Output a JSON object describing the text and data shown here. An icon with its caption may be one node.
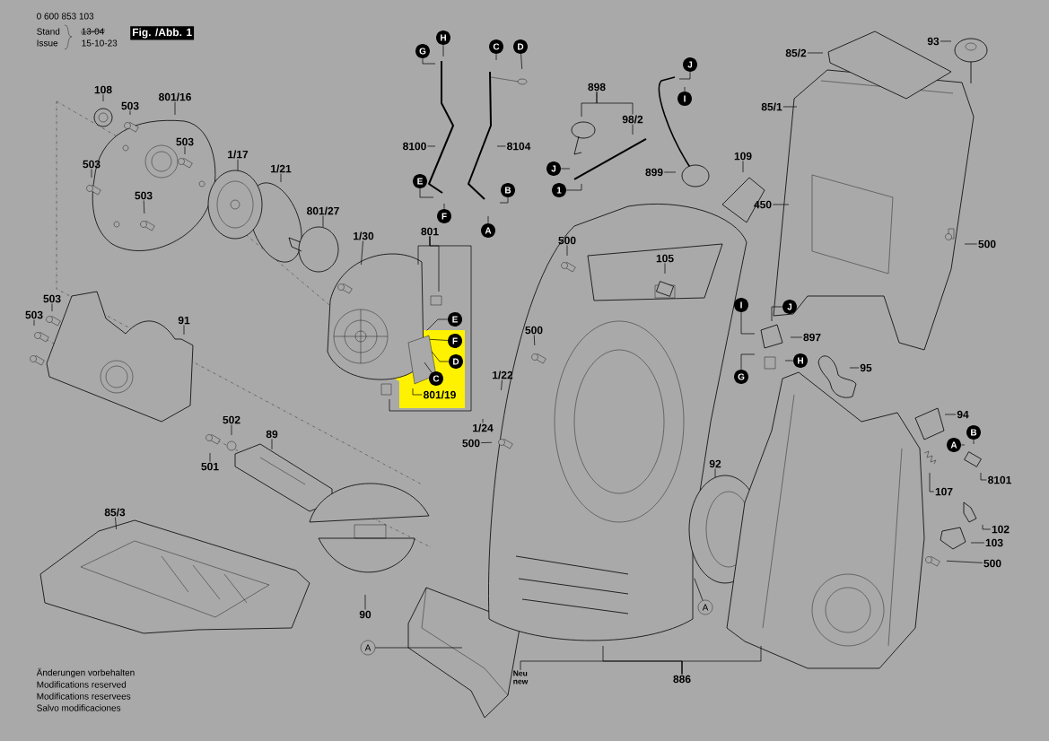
{
  "diagram": {
    "nodes": [
      {
        "text": [
          "108"
        ]
      },
      {
        "text": [
          "503"
        ]
      },
      {
        "text": [
          "801/16"
        ]
      },
      {
        "text": [
          "503"
        ]
      },
      {
        "text": [
          "503"
        ]
      },
      {
        "text": [
          "503"
        ]
      },
      {
        "text": [
          "1/17"
        ]
      },
      {
        "text": [
          "1/21"
        ]
      },
      {
        "text": [
          "801/27"
        ]
      },
      {
        "text": [
          "1/30"
        ]
      },
      {
        "text": [
          "801"
        ]
      },
      {
        "text": [
          "G"
        ]
      },
      {
        "text": [
          "H"
        ]
      },
      {
        "text": [
          "8100"
        ]
      },
      {
        "text": [
          "E"
        ]
      },
      {
        "text": [
          "F"
        ]
      },
      {
        "text": [
          "C"
        ]
      },
      {
        "text": [
          "D"
        ]
      },
      {
        "text": [
          "8104"
        ]
      },
      {
        "text": [
          "B"
        ]
      },
      {
        "text": [
          "A"
        ]
      },
      {
        "text": [
          "898"
        ]
      },
      {
        "text": [
          "98/2"
        ]
      },
      {
        "text": [
          "J"
        ]
      },
      {
        "text": [
          "1"
        ]
      },
      {
        "text": [
          "J"
        ]
      },
      {
        "text": [
          "I"
        ]
      },
      {
        "text": [
          "899"
        ]
      },
      {
        "text": [
          "109"
        ]
      },
      {
        "text": [
          "85/2"
        ]
      },
      {
        "text": [
          "93"
        ]
      },
      {
        "text": [
          "85/1"
        ]
      },
      {
        "text": [
          "450"
        ]
      },
      {
        "text": [
          "500"
        ]
      },
      {
        "text": [
          "500"
        ]
      },
      {
        "text": [
          "105"
        ]
      },
      {
        "text": [
          "503"
        ]
      },
      {
        "text": [
          "503"
        ]
      },
      {
        "text": [
          "91"
        ]
      },
      {
        "text": [
          "E"
        ]
      },
      {
        "text": [
          "F"
        ]
      },
      {
        "text": [
          "D"
        ]
      },
      {
        "text": [
          "C"
        ]
      },
      {
        "text": [
          "801/19"
        ]
      },
      {
        "text": [
          "500"
        ]
      },
      {
        "text": [
          "1/22"
        ]
      },
      {
        "text": [
          "I"
        ]
      },
      {
        "text": [
          "J"
        ]
      },
      {
        "text": [
          "897"
        ]
      },
      {
        "text": [
          "H"
        ]
      },
      {
        "text": [
          "G"
        ]
      },
      {
        "text": [
          "95"
        ]
      },
      {
        "text": [
          "1/24"
        ]
      },
      {
        "text": [
          "500"
        ]
      },
      {
        "text": [
          "94"
        ]
      },
      {
        "text": [
          "A"
        ]
      },
      {
        "text": [
          "B"
        ]
      },
      {
        "text": [
          "8101"
        ]
      },
      {
        "text": [
          "107"
        ]
      },
      {
        "text": [
          "502"
        ]
      },
      {
        "text": [
          "501"
        ]
      },
      {
        "text": [
          "89"
        ]
      },
      {
        "text": [
          "92"
        ]
      },
      {
        "text": [
          "102"
        ]
      },
      {
        "text": [
          "103"
        ]
      },
      {
        "text": [
          "500"
        ]
      },
      {
        "text": [
          "85/3"
        ]
      },
      {
        "text": [
          "90"
        ]
      },
      {
        "text": [
          "A"
        ]
      },
      {
        "text": [
          "A"
        ]
      },
      {
        "text": [
          "886"
        ]
      },
      {
        "text": [
          "Neu",
          "new"
        ]
      }
    ],
    "edges": [
      {
        "from": 0,
        "to": null,
        "arrow": "none"
      },
      {
        "from": 1,
        "to": null,
        "arrow": "none"
      },
      {
        "from": 2,
        "to": null,
        "arrow": "none"
      },
      {
        "from": 3,
        "to": null,
        "arrow": "none"
      },
      {
        "from": 4,
        "to": null,
        "arrow": "none"
      },
      {
        "from": 5,
        "to": null,
        "arrow": "none"
      },
      {
        "from": 6,
        "to": null,
        "arrow": "none"
      },
      {
        "from": 7,
        "to": null,
        "arrow": "none"
      },
      {
        "from": 8,
        "to": null,
        "arrow": "none"
      },
      {
        "from": 9,
        "to": null,
        "arrow": "none"
      },
      {
        "from": 10,
        "to": null,
        "arrow": "none"
      },
      {
        "from": 10,
        "to": null,
        "arrow": "none"
      },
      {
        "from": 10,
        "to": null,
        "arrow": "none"
      },
      {
        "from": 11,
        "to": null,
        "arrow": "none"
      },
      {
        "from": 12,
        "to": null,
        "arrow": "none"
      },
      {
        "from": 13,
        "to": null,
        "arrow": "none"
      },
      {
        "from": 14,
        "to": null,
        "arrow": "none"
      },
      {
        "from": 15,
        "to": null,
        "arrow": "none"
      },
      {
        "from": 16,
        "to": null,
        "arrow": "none"
      },
      {
        "from": 17,
        "to": null,
        "arrow": "none"
      },
      {
        "from": 18,
        "to": null,
        "arrow": "none"
      },
      {
        "from": 19,
        "to": null,
        "arrow": "none"
      },
      {
        "from": 20,
        "to": null,
        "arrow": "none"
      },
      {
        "from": 21,
        "to": null,
        "arrow": "none"
      },
      {
        "from": 21,
        "to": 22,
        "arrow": "none"
      },
      {
        "from": 22,
        "to": null,
        "arrow": "none"
      },
      {
        "from": 23,
        "to": null,
        "arrow": "none"
      },
      {
        "from": 24,
        "to": null,
        "arrow": "none"
      },
      {
        "from": 25,
        "to": null,
        "arrow": "none"
      },
      {
        "from": 26,
        "to": null,
        "arrow": "none"
      },
      {
        "from": 27,
        "to": null,
        "arrow": "none"
      },
      {
        "from": 28,
        "to": null,
        "arrow": "none"
      },
      {
        "from": 29,
        "to": null,
        "arrow": "none"
      },
      {
        "from": 30,
        "to": null,
        "arrow": "none"
      },
      {
        "from": 31,
        "to": null,
        "arrow": "none"
      },
      {
        "from": 32,
        "to": null,
        "arrow": "none"
      },
      {
        "from": 33,
        "to": null,
        "arrow": "none"
      },
      {
        "from": 34,
        "to": null,
        "arrow": "none"
      },
      {
        "from": 35,
        "to": null,
        "arrow": "none"
      },
      {
        "from": 36,
        "to": null,
        "arrow": "none"
      },
      {
        "from": 37,
        "to": null,
        "arrow": "none"
      },
      {
        "from": 38,
        "to": null,
        "arrow": "none"
      },
      {
        "from": 39,
        "to": null,
        "arrow": "none"
      },
      {
        "from": 40,
        "to": null,
        "arrow": "none"
      },
      {
        "from": 41,
        "to": null,
        "arrow": "none"
      },
      {
        "from": 42,
        "to": null,
        "arrow": "none"
      },
      {
        "from": 43,
        "to": null,
        "arrow": "none"
      },
      {
        "from": 44,
        "to": null,
        "arrow": "none"
      },
      {
        "from": 45,
        "to": null,
        "arrow": "none"
      },
      {
        "from": 46,
        "to": null,
        "arrow": "none"
      },
      {
        "from": 47,
        "to": null,
        "arrow": "none"
      },
      {
        "from": 48,
        "to": null,
        "arrow": "none"
      },
      {
        "from": 49,
        "to": null,
        "arrow": "none"
      },
      {
        "from": 50,
        "to": null,
        "arrow": "none"
      },
      {
        "from": 51,
        "to": null,
        "arrow": "none"
      },
      {
        "from": 52,
        "to": null,
        "arrow": "none"
      },
      {
        "from": 53,
        "to": null,
        "arrow": "none"
      },
      {
        "from": 54,
        "to": null,
        "arrow": "none"
      },
      {
        "from": 55,
        "to": null,
        "arrow": "none"
      },
      {
        "from": 56,
        "to": null,
        "arrow": "none"
      },
      {
        "from": 57,
        "to": null,
        "arrow": "none"
      },
      {
        "from": 58,
        "to": null,
        "arrow": "none"
      },
      {
        "from": 59,
        "to": null,
        "arrow": "none"
      },
      {
        "from": 60,
        "to": null,
        "arrow": "none"
      },
      {
        "from": 61,
        "to": null,
        "arrow": "none"
      },
      {
        "from": 62,
        "to": null,
        "arrow": "none"
      },
      {
        "from": 63,
        "to": null,
        "arrow": "none"
      },
      {
        "from": 64,
        "to": null,
        "arrow": "none"
      },
      {
        "from": 65,
        "to": null,
        "arrow": "none"
      },
      {
        "from": 66,
        "to": null,
        "arrow": "none"
      },
      {
        "from": 67,
        "to": null,
        "arrow": "none"
      },
      {
        "from": 68,
        "to": null,
        "arrow": "none"
      },
      {
        "from": 69,
        "to": null,
        "arrow": "none"
      },
      {
        "from": 70,
        "to": 71,
        "arrow": "none"
      },
      {
        "from": 70,
        "to": null,
        "arrow": "none"
      },
      {
        "from": 70,
        "to": null,
        "arrow": "none"
      }
    ],
    "labels": [
      "0 600 853 103",
      "Stand",
      "Issue",
      "13-04",
      "15-10-23",
      "Fig. /Abb. 1",
      "Änderungen vorbehalten",
      "Modifications reserved",
      "Modifications reservees",
      "Salvo modificaciones"
    ]
  }
}
